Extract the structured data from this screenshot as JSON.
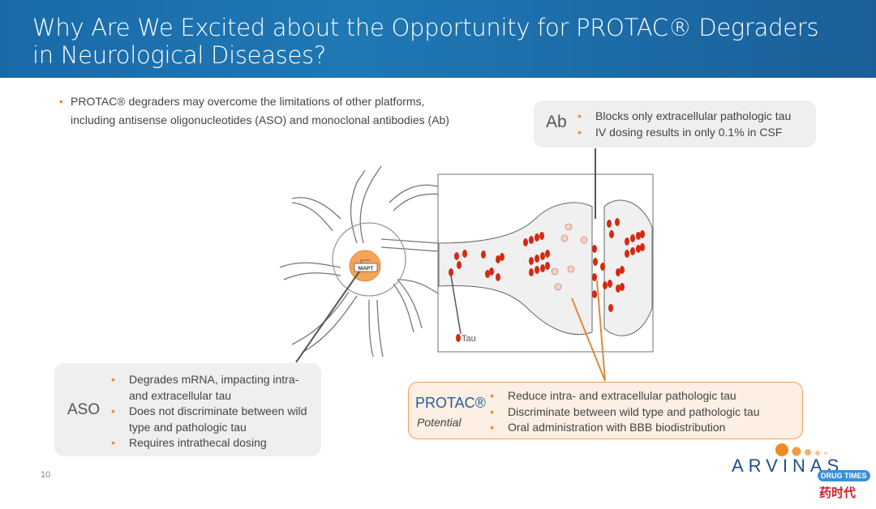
{
  "header": {
    "title": "Why Are We Excited about the Opportunity for PROTAC®  Degraders in Neurological Diseases?"
  },
  "intro": {
    "bullet": "PROTAC®  degraders may overcome the limitations of other platforms, including antisense oligonucleotides (ASO) and monoclonal antibodies (Ab)"
  },
  "ab": {
    "label": "Ab",
    "items": [
      "Blocks only extracellular pathologic tau",
      "IV dosing results in only 0.1% in CSF"
    ]
  },
  "aso": {
    "label": "ASO",
    "items": [
      "Degrades mRNA, impacting intra- and extracellular tau",
      "Does not discriminate between wild type and pathologic tau",
      "Requires intrathecal dosing"
    ]
  },
  "protac": {
    "label": "PROTAC®",
    "sublabel": "Potential",
    "items": [
      "Reduce intra- and extracellular pathologic tau",
      "Discriminate between wild type and pathologic tau",
      "Oral administration with BBB biodistribution"
    ]
  },
  "diagram": {
    "gene_label": "MAPT",
    "tau_label": "Tau"
  },
  "page_number": "10",
  "logo": {
    "company": "ARVINAS",
    "watermark": "DRUG TIMES",
    "watermark_cn": "药时代"
  },
  "colors": {
    "header": "#1f78b4",
    "accent": "#f08a24",
    "tau": "#d42a10"
  }
}
